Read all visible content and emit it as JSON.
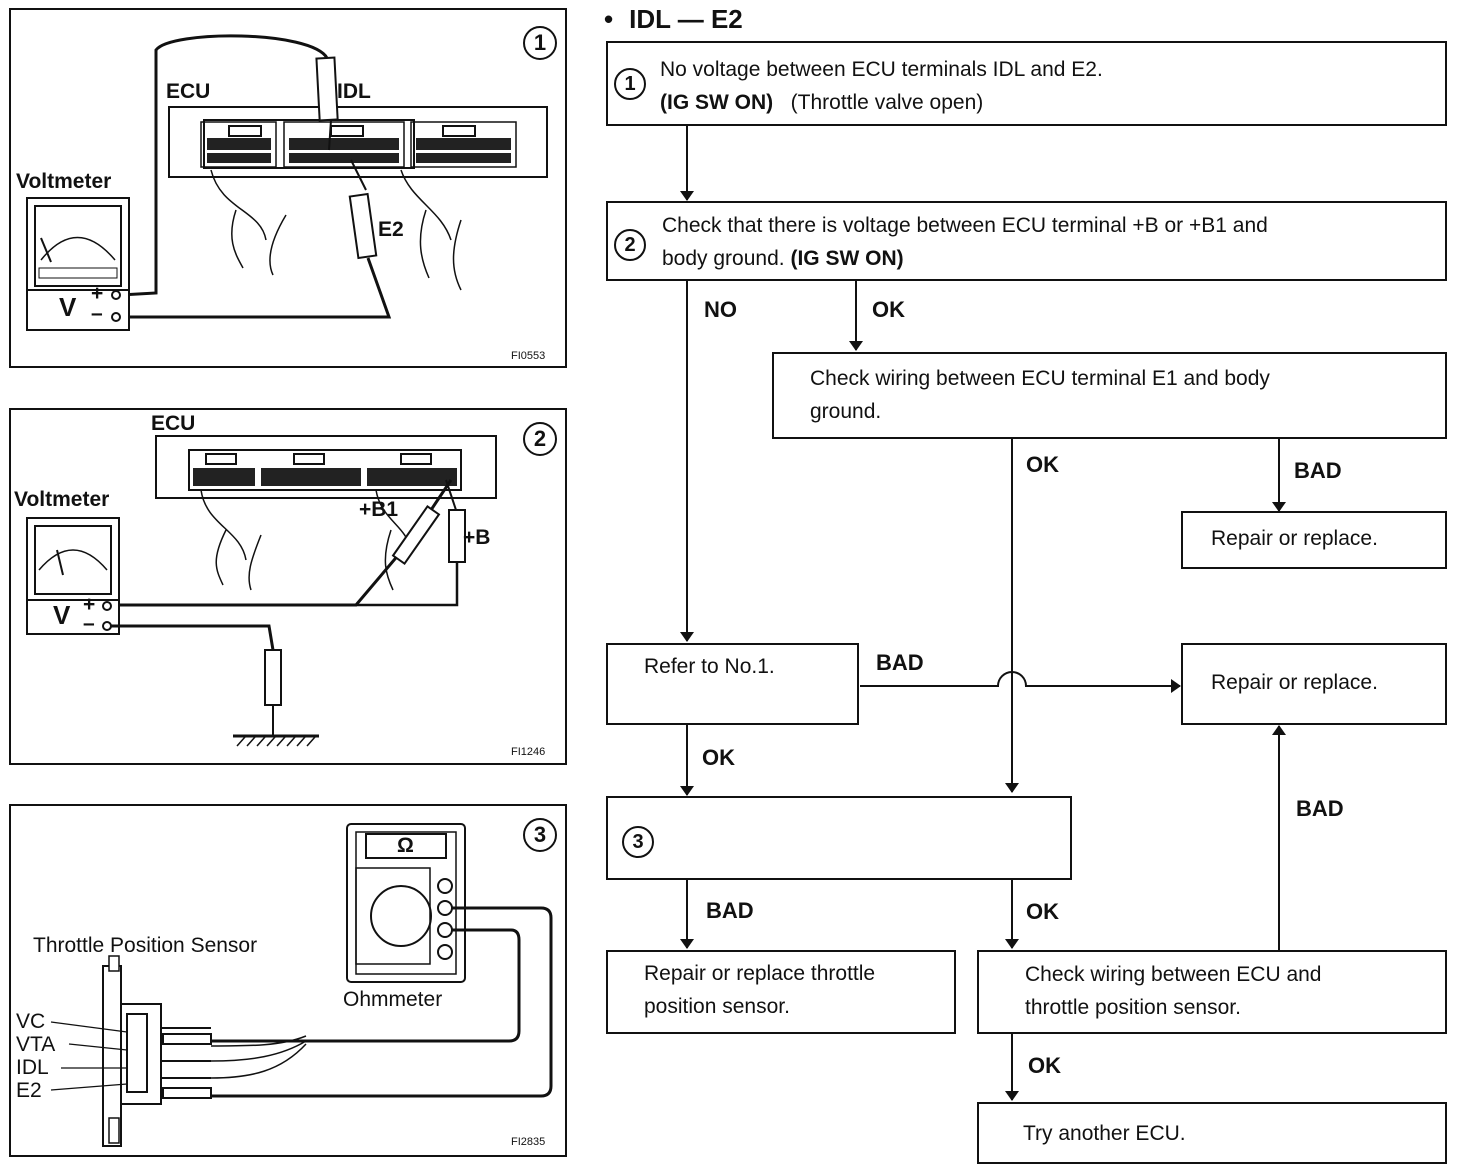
{
  "panels": [
    {
      "number": "1",
      "code": "FI0553",
      "labels": {
        "ecu": "ECU",
        "idl": "IDL",
        "voltmeter": "Voltmeter",
        "e2": "E2",
        "v": "V",
        "plus": "+",
        "minus": "–"
      }
    },
    {
      "number": "2",
      "code": "FI1246",
      "labels": {
        "ecu": "ECU",
        "voltmeter": "Voltmeter",
        "b1": "+B1",
        "b": "+B",
        "v": "V",
        "plus": "+",
        "minus": "–"
      }
    },
    {
      "number": "3",
      "code": "FI2835",
      "labels": {
        "tps": "Throttle Position Sensor",
        "ohmmeter": "Ohmmeter",
        "ohm": "Ω",
        "vc": "VC",
        "vta": "VTA",
        "idl": "IDL",
        "e2": "E2"
      }
    }
  ],
  "flow": {
    "bullet": "•",
    "title": "IDL — E2",
    "step1": {
      "num": "1",
      "line1": "No voltage between ECU terminals IDL and E2.",
      "cond_bold": "(IG SW ON)",
      "cond": "(Throttle valve open)"
    },
    "step2": {
      "num": "2",
      "line1": "Check that there is voltage between ECU terminal +B or +B1 and",
      "line2": "body ground.",
      "cond_bold": "(IG SW ON)"
    },
    "check_e1": {
      "line1": "Check wiring between ECU terminal E1 and body",
      "line2": "ground."
    },
    "repair1": "Repair or replace.",
    "refer": "Refer to No.1.",
    "repair2": "Repair or replace.",
    "step3": {
      "num": "3"
    },
    "repair_tps": {
      "line1": "Repair or replace throttle",
      "line2": "position sensor."
    },
    "check_tps": {
      "line1": "Check wiring between ECU and",
      "line2": "throttle position sensor."
    },
    "try_ecu": "Try another ECU.",
    "labels": {
      "no": "NO",
      "ok1": "OK",
      "ok2": "OK",
      "bad1": "BAD",
      "bad2": "BAD",
      "ok3": "OK",
      "bad3": "BAD",
      "ok4": "OK",
      "bad4": "BAD",
      "ok5": "OK"
    }
  }
}
